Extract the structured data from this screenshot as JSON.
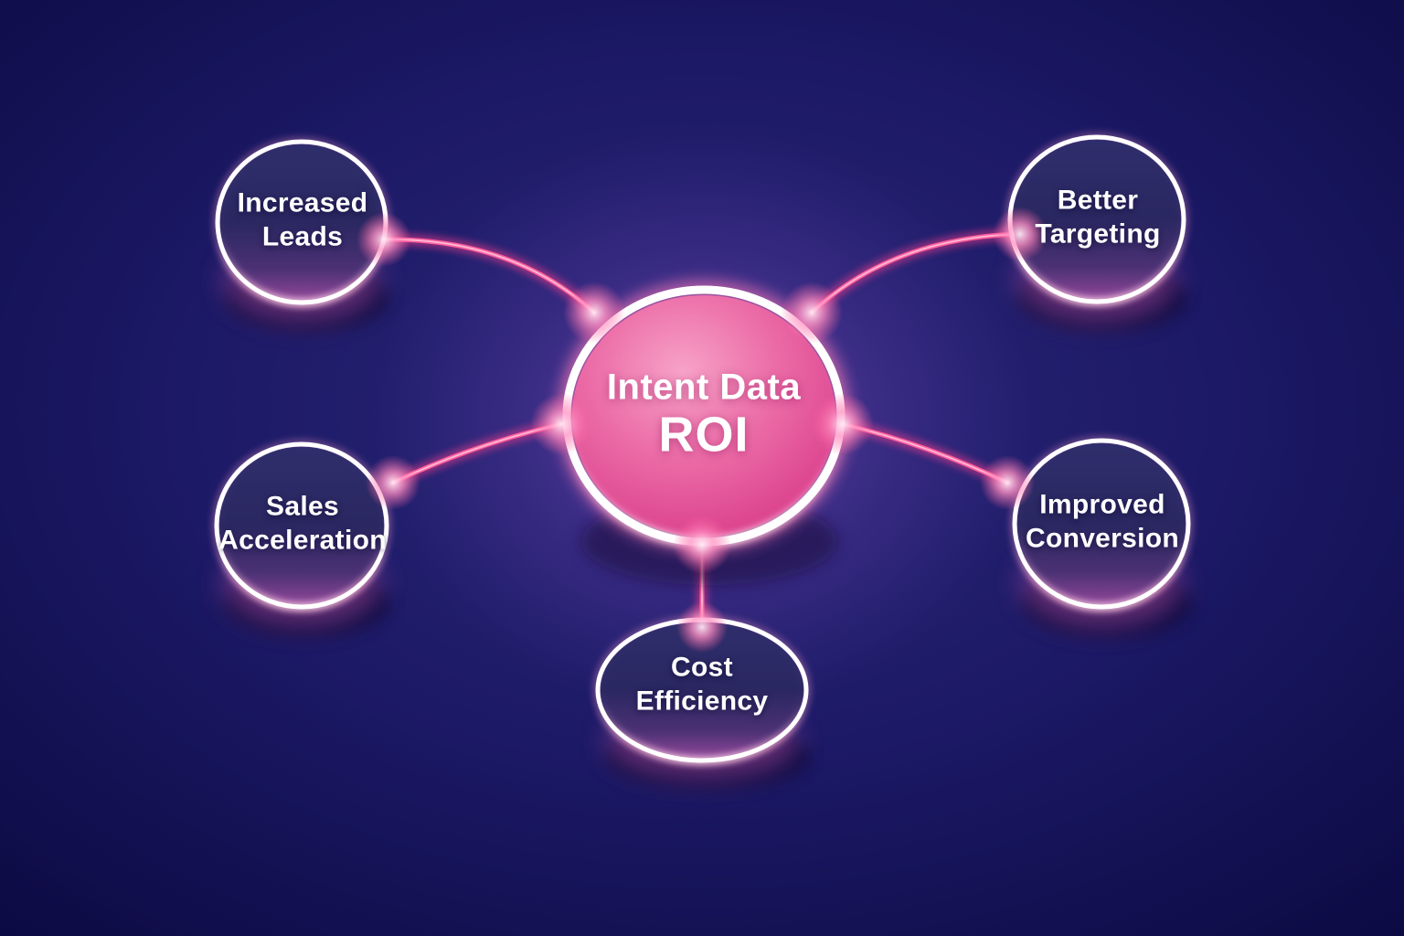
{
  "diagram": {
    "type": "mind-map",
    "title": "Intent Data ROI",
    "center": {
      "line1": "Intent Data",
      "line2": "ROI"
    },
    "nodes": [
      {
        "id": "increased-leads",
        "label": "Increased\nLeads"
      },
      {
        "id": "better-targeting",
        "label": "Better\nTargeting"
      },
      {
        "id": "sales-acceleration",
        "label": "Sales\nAcceleration"
      },
      {
        "id": "improved-conversion",
        "label": "Improved\nConversion"
      },
      {
        "id": "cost-efficiency",
        "label": "Cost\nEfficiency"
      }
    ],
    "colors": {
      "background_outer": "#0b0940",
      "background_inner": "#2b2879",
      "connector_core": "#ff5f9e",
      "connector_glow": "#ff3d8e",
      "center_fill_top": "#f7a3c8",
      "center_fill_bottom": "#cb3588",
      "node_fill_top": "#2f2e6c",
      "node_fill_bottom": "#8f4698",
      "ring": "#ffffff",
      "text": "#ffffff"
    }
  }
}
